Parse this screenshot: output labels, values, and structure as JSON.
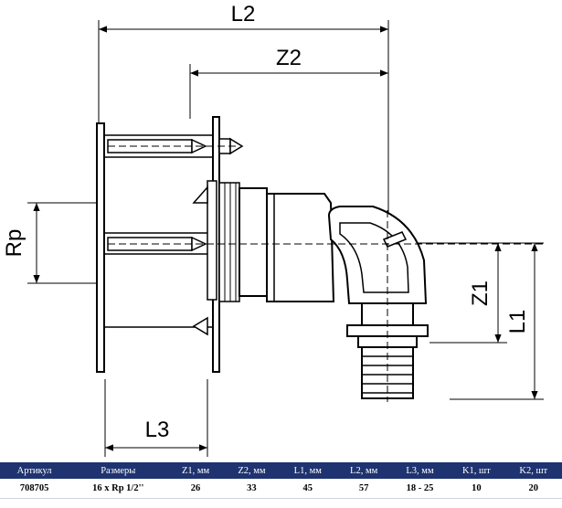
{
  "dimensions": {
    "l2": "L2",
    "z2": "Z2",
    "rp": "Rp",
    "z1": "Z1",
    "l1": "L1",
    "l3": "L3"
  },
  "table": {
    "headers": [
      "Артикул",
      "Размеры",
      "Z1, мм",
      "Z2, мм",
      "L1, мм",
      "L2, мм",
      "L3, мм",
      "K1, шт",
      "K2, шт"
    ],
    "row": [
      "708705",
      "16 x Rp 1/2''",
      "26",
      "33",
      "45",
      "57",
      "18 - 25",
      "10",
      "20"
    ]
  },
  "colors": {
    "header_bg": "#1f3370",
    "line": "#000000"
  }
}
